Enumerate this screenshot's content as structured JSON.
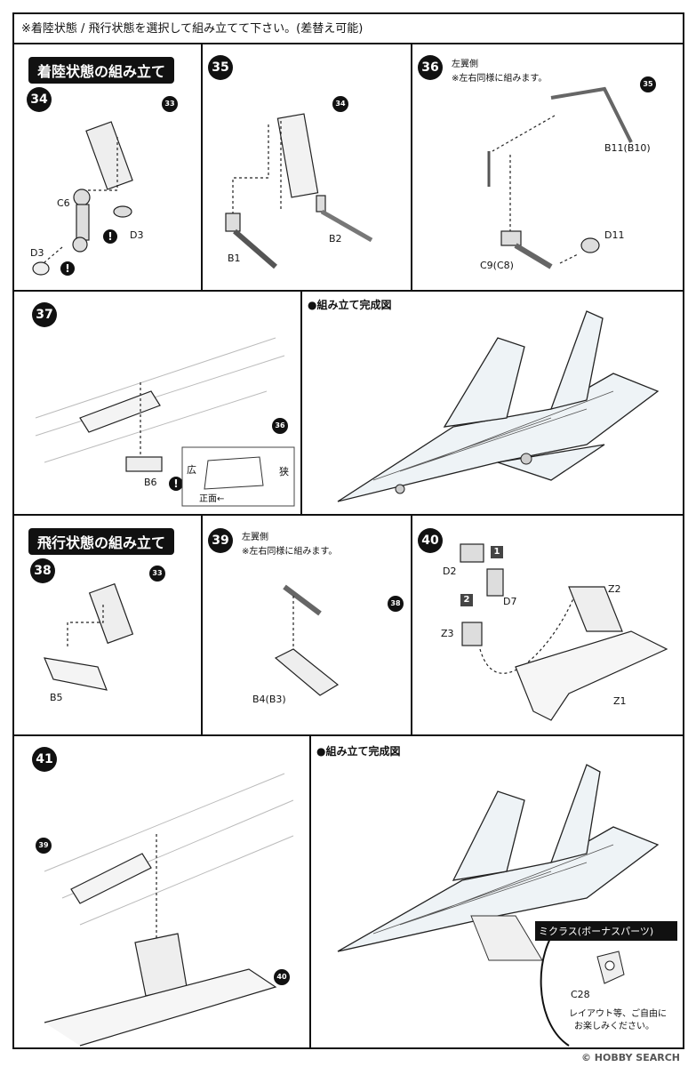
{
  "top_note": "※着陸状態 / 飛行状態を選択して組み立てて下さい。(差替え可能)",
  "sections": {
    "landing_header": "着陸状態の組み立て",
    "flight_header": "飛行状態の組み立て"
  },
  "steps": {
    "s34": {
      "num": "34",
      "ref": "33",
      "parts": {
        "c6": "C6",
        "d3a": "D3",
        "d3b": "D3"
      }
    },
    "s35": {
      "num": "35",
      "ref": "34",
      "parts": {
        "b1": "B1",
        "b2": "B2"
      }
    },
    "s36": {
      "num": "36",
      "ref": "35",
      "side": "左翼側",
      "note": "※左右同様に組みます。",
      "parts": {
        "b11": "B11(B10)",
        "d11": "D11",
        "c9": "C9(C8)"
      }
    },
    "s37": {
      "num": "37",
      "ref": "36",
      "parts": {
        "b6": "B6"
      },
      "wide": "広",
      "narrow": "狭",
      "front": "正面←"
    },
    "s38": {
      "num": "38",
      "ref": "33",
      "parts": {
        "b5": "B5"
      }
    },
    "s39": {
      "num": "39",
      "ref": "38",
      "side": "左翼側",
      "note": "※左右同様に組みます。",
      "parts": {
        "b4": "B4(B3)"
      }
    },
    "s40": {
      "num": "40",
      "parts": {
        "d2": "D2",
        "d7": "D7",
        "z3": "Z3",
        "z2": "Z2",
        "z1": "Z1"
      },
      "order1": "1",
      "order2": "2"
    },
    "s41": {
      "num": "41",
      "ref_a": "39",
      "ref_b": "40"
    }
  },
  "completed_label": "●組み立て完成図",
  "warning_mark": "!",
  "bonus": {
    "title": "ミクラス(ボーナスパーツ)",
    "part": "C28",
    "note_line1": "レイアウト等、ご自由に",
    "note_line2": "お楽しみください。"
  },
  "watermark": "© HOBBY SEARCH"
}
